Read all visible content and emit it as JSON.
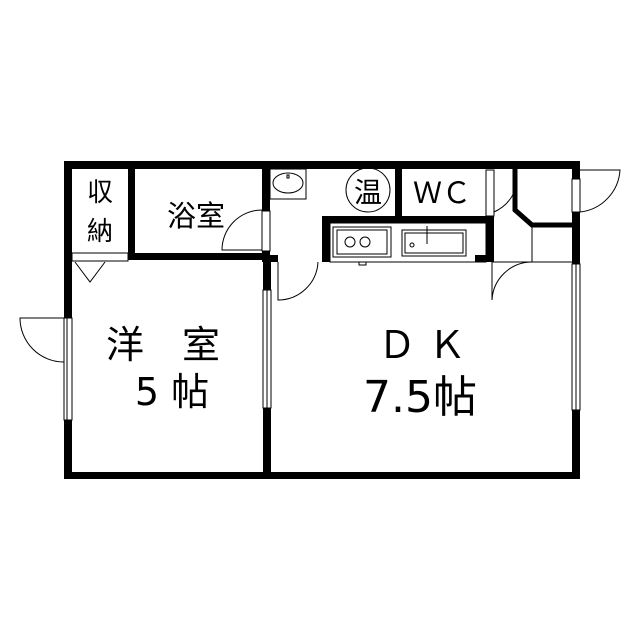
{
  "rooms": {
    "closet": {
      "line1": "収",
      "line2": "納"
    },
    "bath": "浴室",
    "water_heater": "温",
    "toilet": "ＷＣ",
    "western_room": {
      "name": "洋　室",
      "size": "5 帖"
    },
    "dk": {
      "name": "Ｄ Ｋ",
      "size": "7.5帖"
    }
  },
  "colors": {
    "wall": "#000000",
    "background": "#ffffff"
  }
}
